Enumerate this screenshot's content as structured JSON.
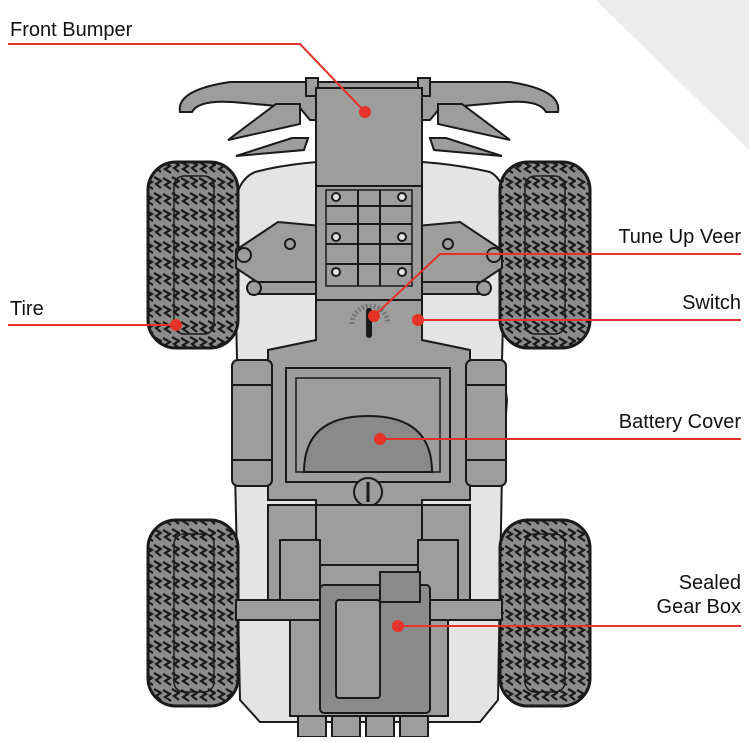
{
  "labels": {
    "front_bumper": "Front Bumper",
    "tune_up_veer": "Tune Up Veer",
    "tire": "Tire",
    "switch": "Switch",
    "battery_cover": "Battery Cover",
    "sealed_line1": "Sealed",
    "sealed_line2": "Gear Box"
  },
  "colors": {
    "leader_line": "#e53329",
    "body_dark": "#9d9d9d",
    "body_light": "#e4e4e4",
    "outline": "#1a1a1a"
  }
}
